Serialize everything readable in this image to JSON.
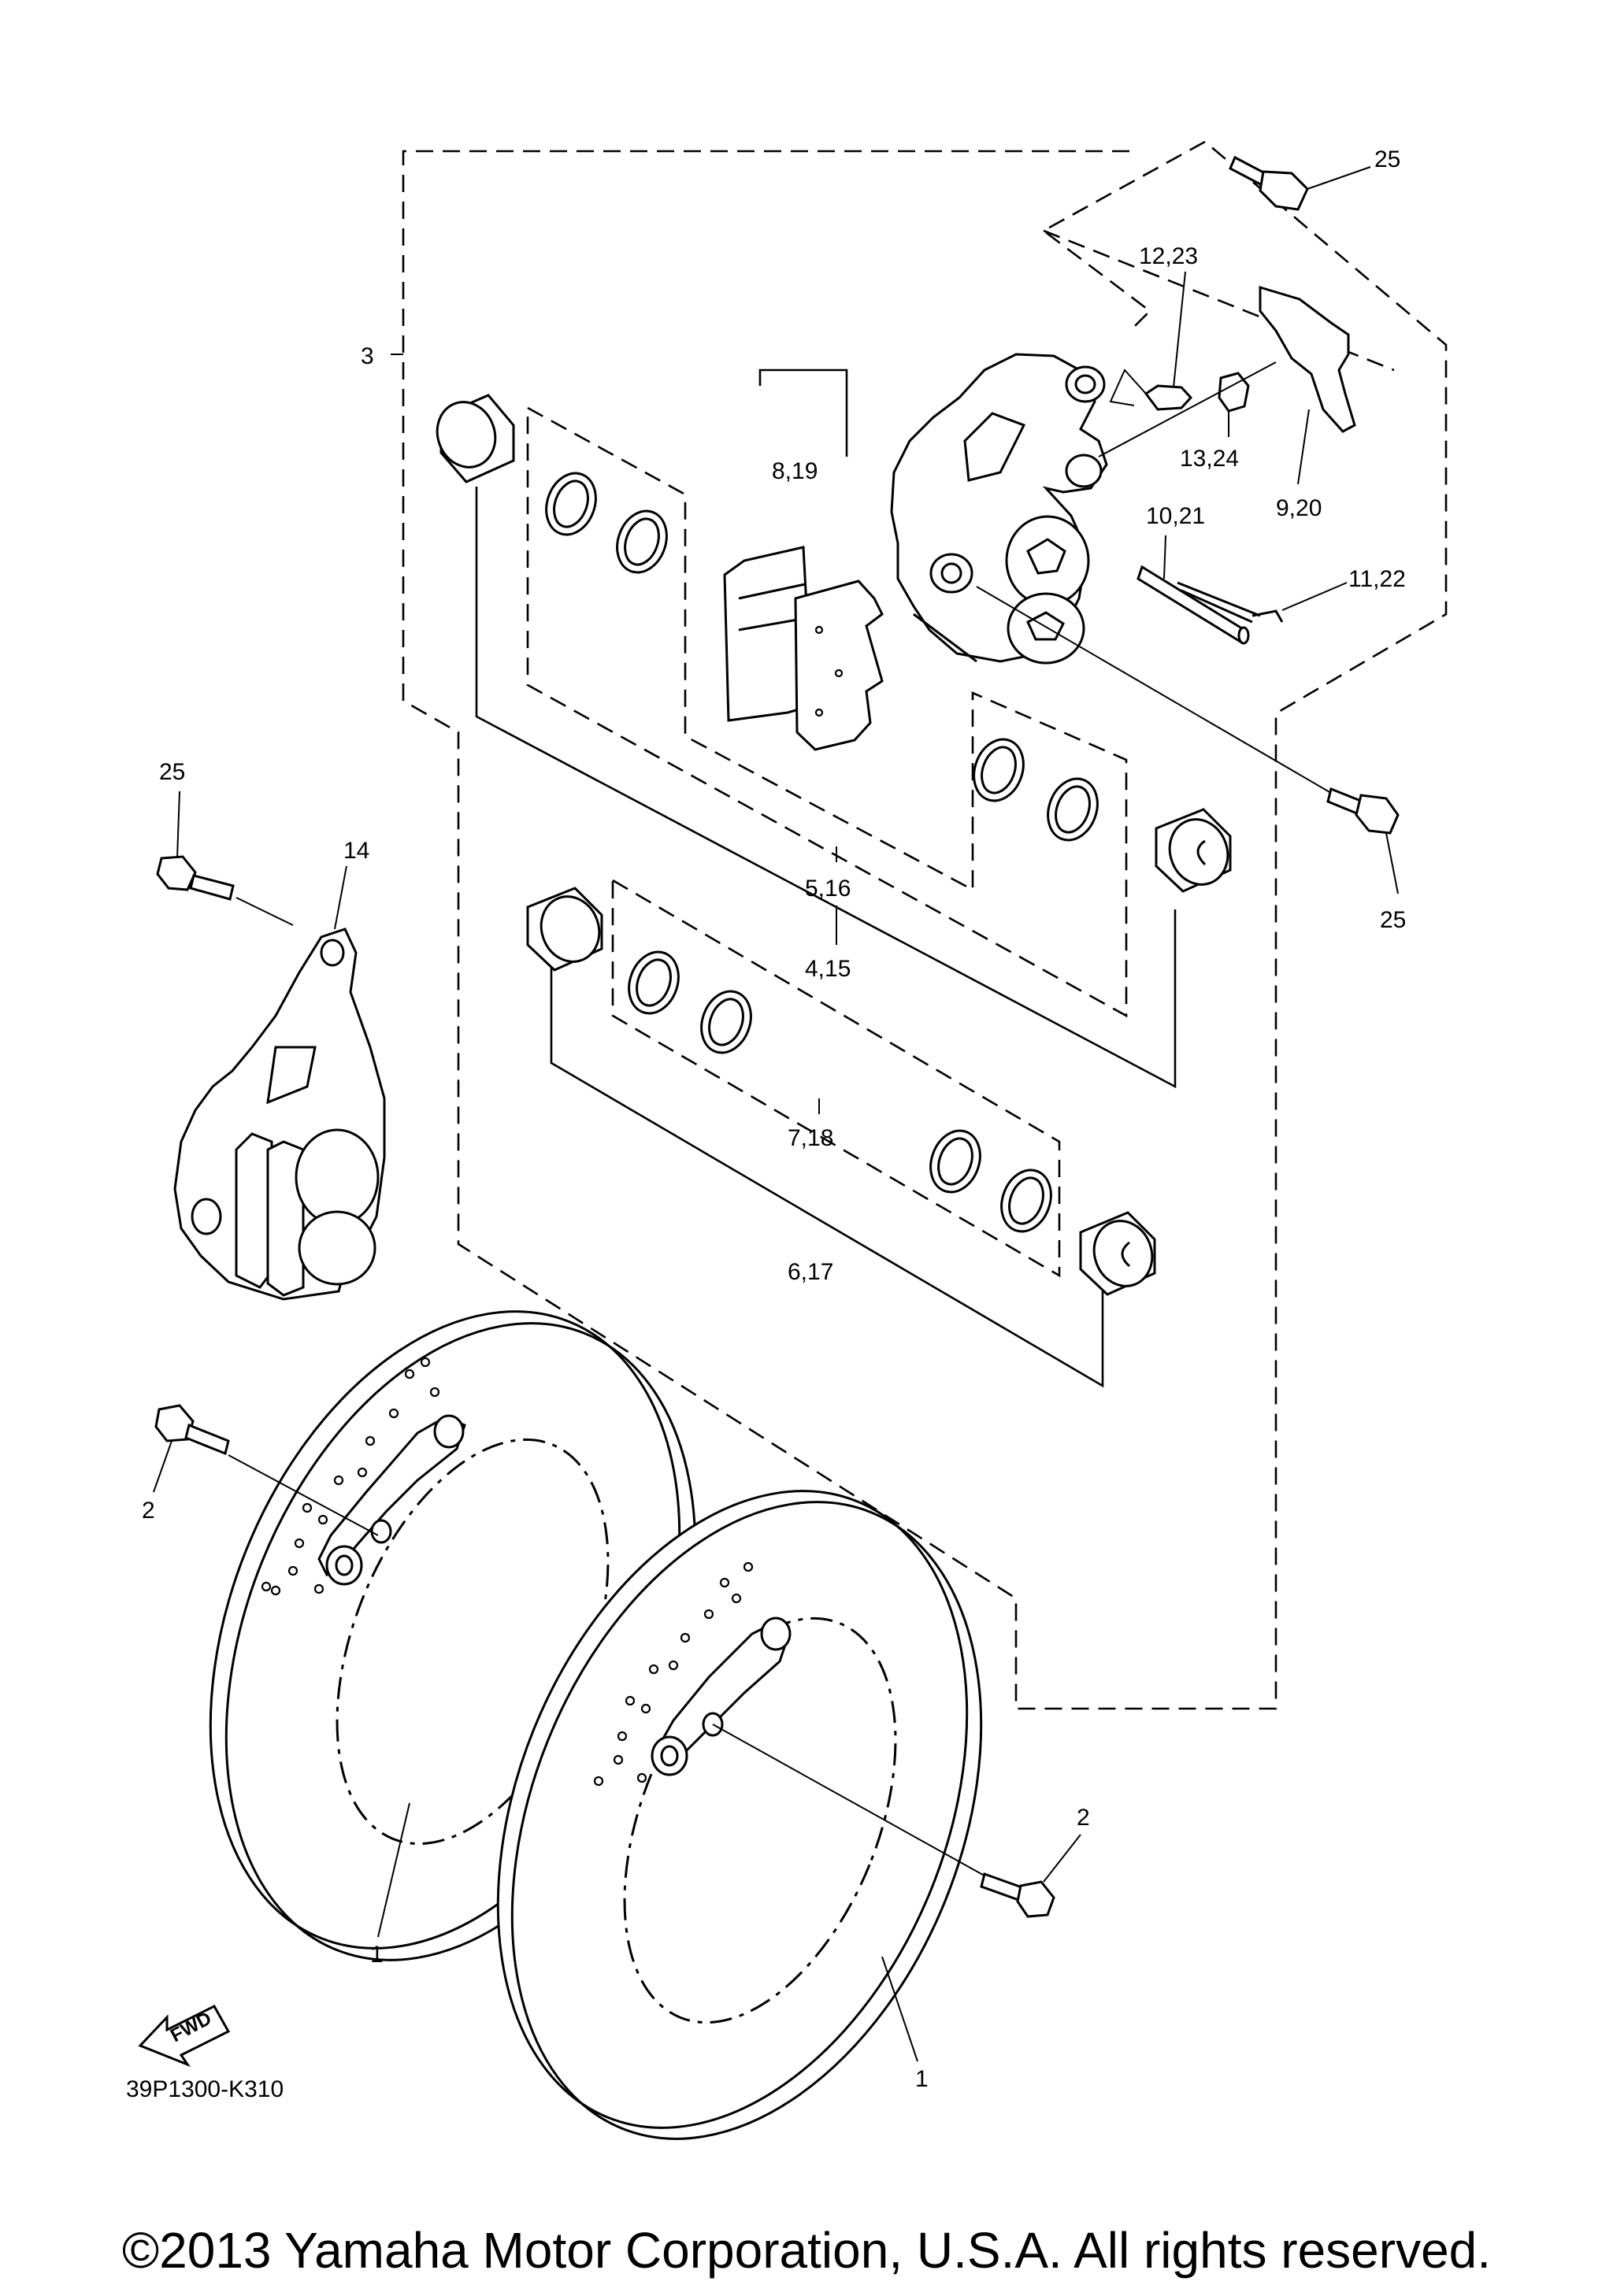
{
  "callouts": {
    "c25_top": "25",
    "c12_23": "12,23",
    "c3": "3",
    "c8_19": "8,19",
    "c13_24": "13,24",
    "c9_20": "9,20",
    "c10_21": "10,21",
    "c11_22": "11,22",
    "c25_left": "25",
    "c14": "14",
    "c5_16": "5,16",
    "c4_15": "4,15",
    "c25_right": "25",
    "c7_18": "7,18",
    "c6_17": "6,17",
    "c2_left": "2",
    "c2_right": "2",
    "c1_left": "1",
    "c1_right": "1"
  },
  "fwd_label": "FWD",
  "diagram_code": "39P1300-K310",
  "copyright": "©2013 Yamaha Motor Corporation, U.S.A. All rights reserved."
}
